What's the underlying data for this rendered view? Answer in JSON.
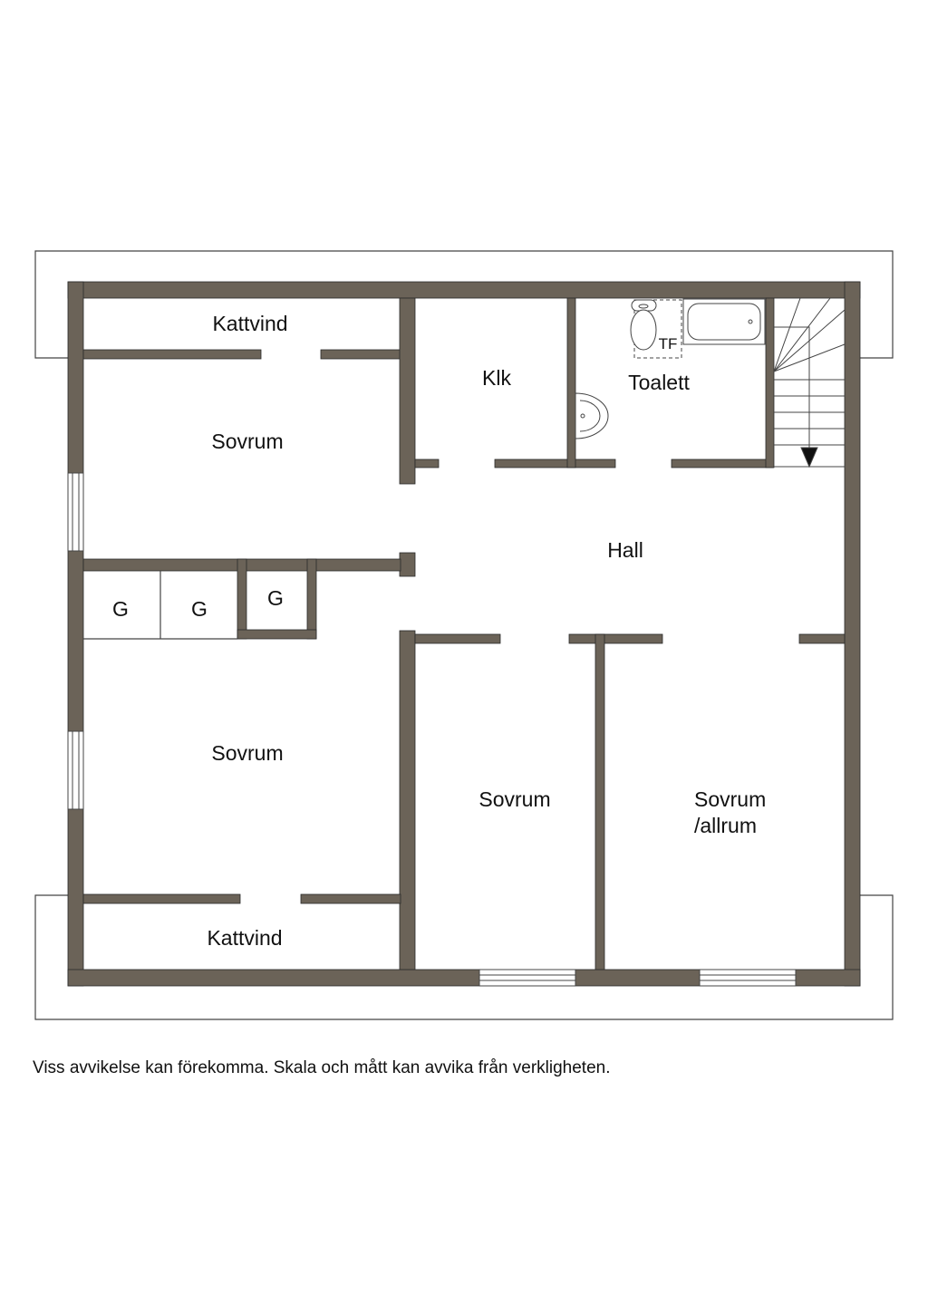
{
  "rooms": {
    "kattvind_top": "Kattvind",
    "sovrum_top": "Sovrum",
    "klk": "Klk",
    "toalett": "Toalett",
    "tf": "TF",
    "hall": "Hall",
    "g1": "G",
    "g2": "G",
    "g3": "G",
    "sovrum_left": "Sovrum",
    "sovrum_mid": "Sovrum",
    "sovrum_right_line1": "Sovrum",
    "sovrum_right_line2": "/allrum",
    "kattvind_bottom": "Kattvind"
  },
  "disclaimer": "Viss avvikelse kan förekomma. Skala och mått kan avvika från verkligheten.",
  "colors": {
    "wall": "#6b6358",
    "outline": "#444444",
    "background": "#ffffff"
  },
  "icons": [
    "toilet-icon",
    "bathtub-icon",
    "sink-icon",
    "staircase-icon",
    "window-icon"
  ]
}
